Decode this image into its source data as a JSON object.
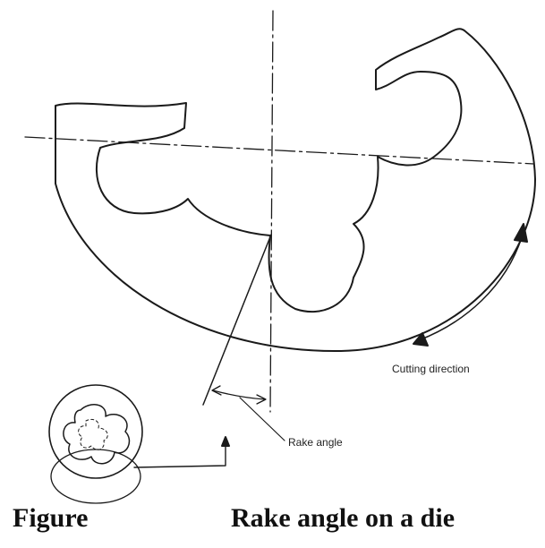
{
  "labels": {
    "cutting_direction": "Cutting direction",
    "rake_angle": "Rake angle"
  },
  "caption": {
    "figure": "Figure",
    "title": "Rake angle on a die"
  },
  "colors": {
    "line": "#1a1a1a",
    "background": "#ffffff"
  }
}
